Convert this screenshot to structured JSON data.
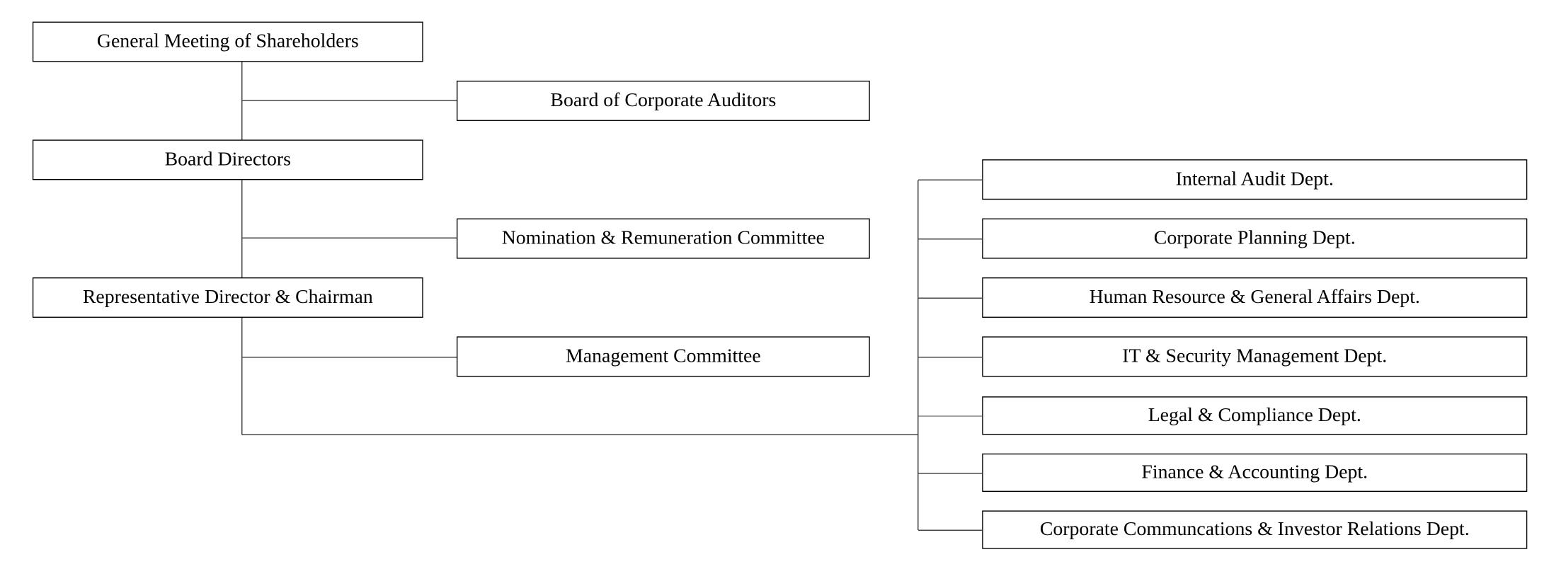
{
  "bodies": {
    "general_meeting": "General Meeting of Shareholders",
    "board_of_auditors": "Board of Corporate Auditors",
    "board_directors": "Board Directors",
    "nomination_committee": "Nomination & Remuneration Committee",
    "representative_director": "Representative Director & Chairman",
    "management_committee": "Management Committee"
  },
  "departments": [
    "Internal Audit Dept.",
    "Corporate Planning Dept.",
    "Human Resource & General Affairs Dept.",
    "IT & Security Management Dept.",
    "Legal & Compliance Dept.",
    "Finance & Accounting Dept.",
    "Corporate Communcations & Investor Relations Dept."
  ],
  "colors": {
    "box_border": "#000000",
    "connector": "#444444",
    "background": "#ffffff"
  }
}
